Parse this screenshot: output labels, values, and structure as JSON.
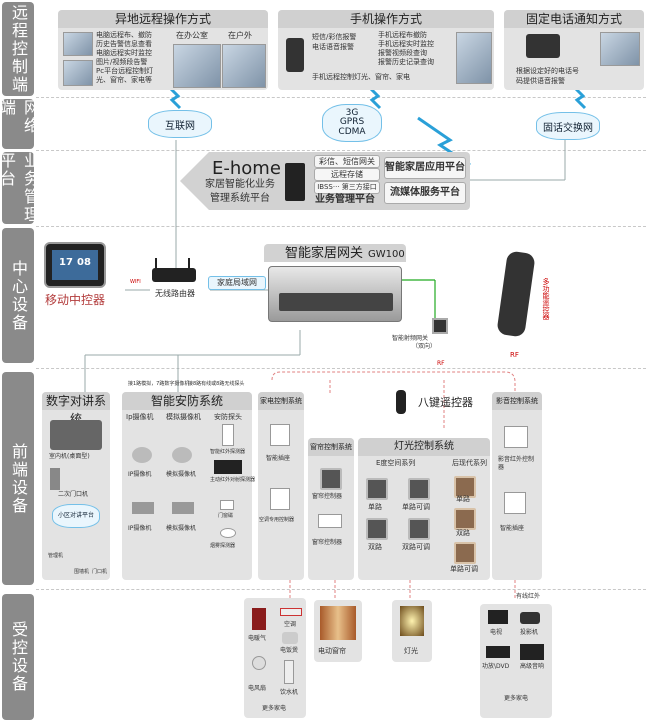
{
  "tiers": [
    "远程控制端",
    "网络端",
    "业务管理平台",
    "中心设备",
    "前端设备",
    "受控设备"
  ],
  "remote": {
    "offsite": {
      "title": "异地远程操作方式",
      "items": [
        "电脑远程布、撤防",
        "历史告警信息查看",
        "电脑远程实时监控",
        "图片/视频段告警",
        "Pc平台远程控制灯",
        "光、窗帘、家电等"
      ],
      "places": [
        "在办公室",
        "在户外"
      ]
    },
    "phone": {
      "title": "手机操作方式",
      "items": [
        "短信/彩信报警",
        "电话语音报警",
        "手机远程布撤防",
        "手机远程实时监控",
        "报警视频段查询",
        "报警历史记录查询"
      ],
      "footer": "手机远程控制灯光、窗帘、家电"
    },
    "landline": {
      "title": "固定电话通知方式",
      "items": [
        "根据设定好的电话号",
        "码提供语音报警"
      ]
    }
  },
  "network": {
    "internet": "互联网",
    "mobile": [
      "3G",
      "GPRS",
      "CDMA"
    ],
    "pstn": "固话交换网"
  },
  "platform": {
    "brand": "E-home",
    "sub1": "家居智能化业务",
    "sub2": "管理系统平台",
    "gw": [
      "彩信、短信网关",
      "远程存储",
      "IBSS··· 第三方接口"
    ],
    "mgmt": "业务管理平台",
    "app": "智能家居应用平台",
    "media": "流媒体服务平台"
  },
  "center": {
    "gateway": "智能家居网关",
    "model": "GW100",
    "mobile_ctrl": "移动中控器",
    "clock": [
      "17",
      "08"
    ],
    "wifi": "WIFI",
    "router": "无线路由器",
    "lan": "家庭局域网",
    "remote": "多功能遥控器",
    "rf": "RF",
    "smart_gw": "智能射频网关",
    "smart_gw_sub": "（双向）"
  },
  "front": {
    "intercom": {
      "title": "数字对讲系统",
      "items": [
        "室内机(桌面型)",
        "二次门口机",
        "小区对讲平台",
        "管理机",
        "围墙机",
        "门口机"
      ]
    },
    "security": {
      "title": "智能安防系统",
      "note1": "接1路模拟，7路数字摄像机",
      "note2": "接8路有线或8路无线探头",
      "ip": "Ip摄像机",
      "analog": "模拟摄像机",
      "probe": "安防探头",
      "labels": [
        "IP摄像机",
        "模拟摄像机",
        "IP摄像机",
        "模拟摄像机",
        "智能红外探测器",
        "主动红外对射探测器",
        "门窗磁",
        "烟雾探测器"
      ]
    },
    "appliance": {
      "title": "家电控制系统",
      "items": [
        "智能插座",
        "空调专用控制器"
      ]
    },
    "eight_key": "八键遥控器",
    "curtain": {
      "title": "窗帘控制系统",
      "items": [
        "窗帘控制器",
        "窗帘控制器"
      ]
    },
    "light": {
      "title": "灯光控制系统",
      "e": "E度空间系列",
      "modern": "后现代系列",
      "items": [
        "单路",
        "单路可调",
        "双路",
        "双路可调",
        "单路",
        "双路",
        "单路可调"
      ]
    },
    "av": {
      "title": "影音控制系统",
      "items": [
        "影音红外控制器",
        "智能插座"
      ]
    }
  },
  "devices": {
    "left": [
      "电暖气",
      "空调",
      "电饭煲",
      "电风扇",
      "饮水机",
      "更多家电"
    ],
    "curtain": "电动窗帘",
    "light": "灯光",
    "av": [
      "有线红外",
      "电视",
      "投影机",
      "功放\\DVD",
      "高级音响",
      "更多家电"
    ]
  }
}
